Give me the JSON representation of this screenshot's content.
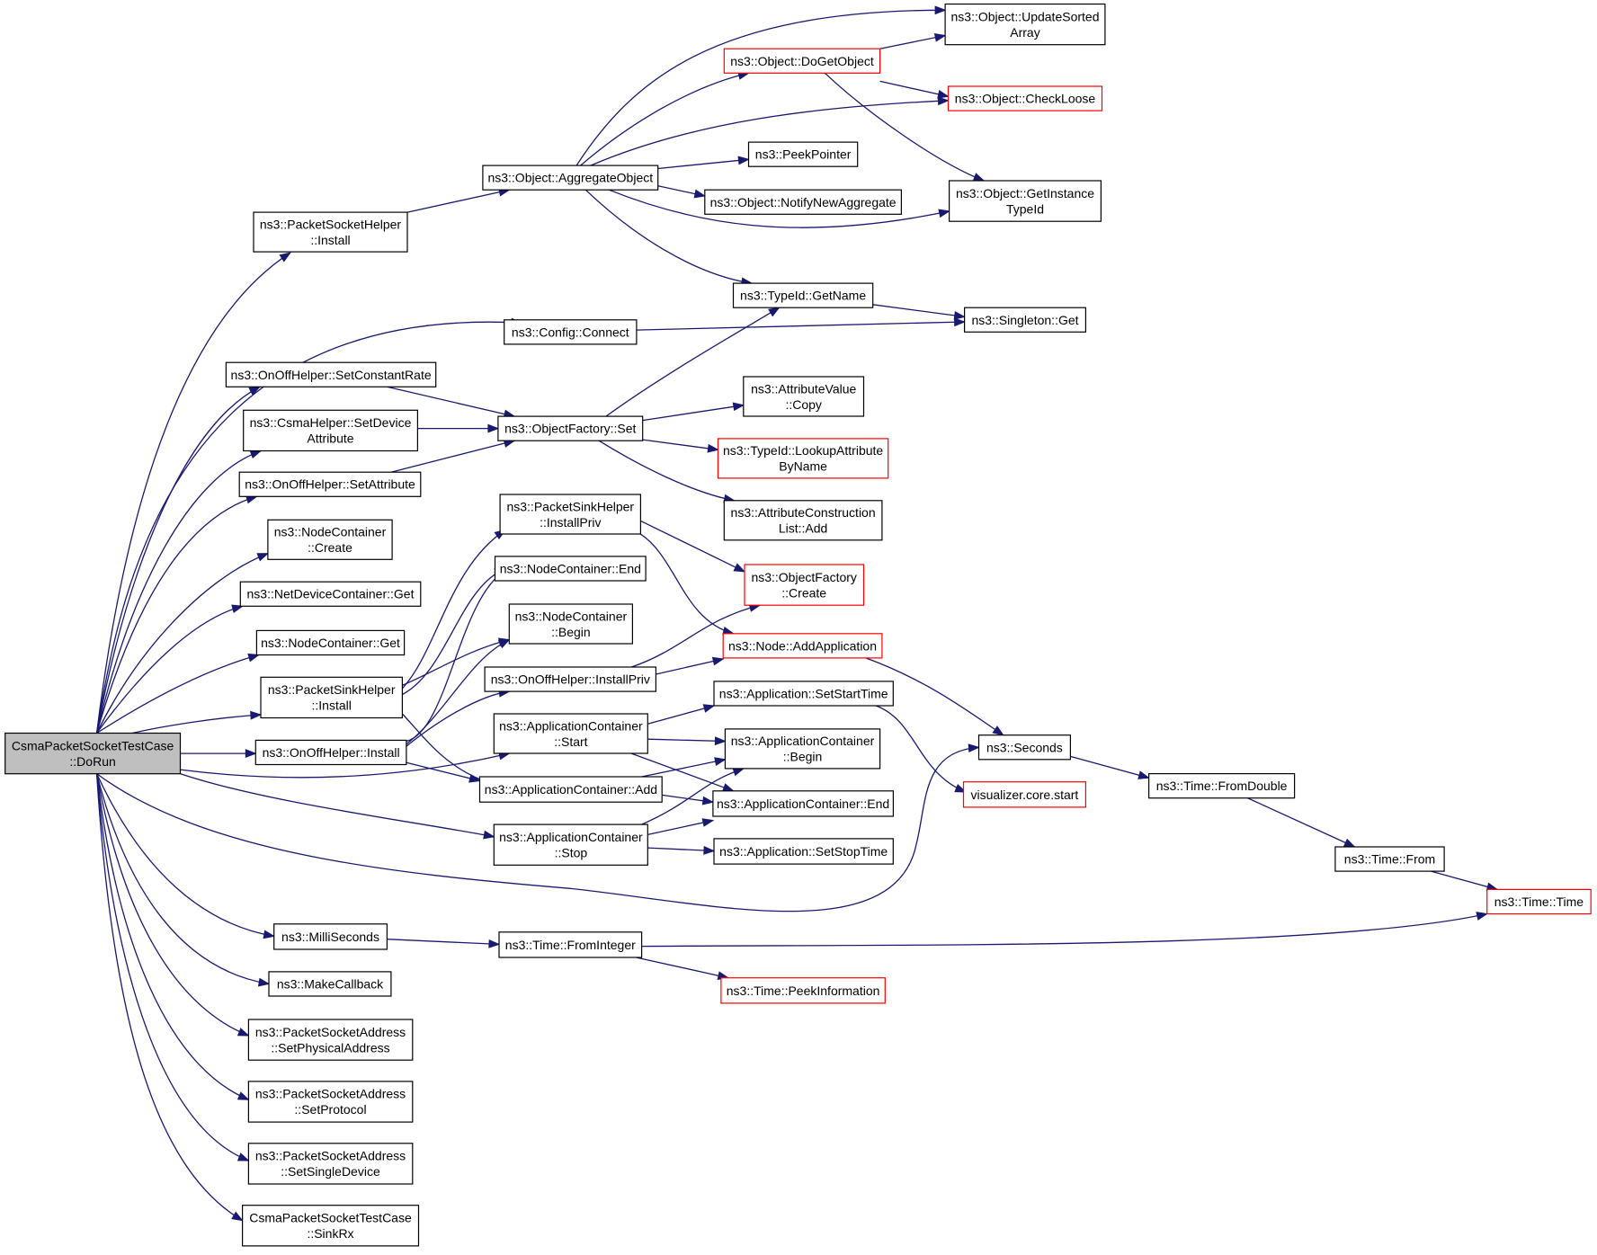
{
  "colors": {
    "edge": "#191970",
    "node_border": "#000000",
    "node_border_truncated": "#ff0000",
    "root_fill": "#bfbfbf",
    "node_fill": "#ffffff"
  },
  "nodes": {
    "root": {
      "lines": [
        "CsmaPacketSocketTestCase",
        "::DoRun"
      ],
      "root": true
    },
    "psh_install": {
      "lines": [
        "ns3::PacketSocketHelper",
        "::Install"
      ]
    },
    "cfg_connect": {
      "lines": [
        "ns3::Config::Connect"
      ]
    },
    "onoff_setconst": {
      "lines": [
        "ns3::OnOffHelper::SetConstantRate"
      ]
    },
    "csma_setdev": {
      "lines": [
        "ns3::CsmaHelper::SetDevice",
        "Attribute"
      ]
    },
    "onoff_setattr": {
      "lines": [
        "ns3::OnOffHelper::SetAttribute"
      ]
    },
    "nc_create": {
      "lines": [
        "ns3::NodeContainer",
        "::Create"
      ]
    },
    "ndc_get": {
      "lines": [
        "ns3::NetDeviceContainer::Get"
      ]
    },
    "nc_get": {
      "lines": [
        "ns3::NodeContainer::Get"
      ]
    },
    "psink_install": {
      "lines": [
        "ns3::PacketSinkHelper",
        "::Install"
      ]
    },
    "onoff_install": {
      "lines": [
        "ns3::OnOffHelper::Install"
      ]
    },
    "millis": {
      "lines": [
        "ns3::MilliSeconds"
      ]
    },
    "makecb": {
      "lines": [
        "ns3::MakeCallback"
      ]
    },
    "psa_phys": {
      "lines": [
        "ns3::PacketSocketAddress",
        "::SetPhysicalAddress"
      ]
    },
    "psa_proto": {
      "lines": [
        "ns3::PacketSocketAddress",
        "::SetProtocol"
      ]
    },
    "psa_single": {
      "lines": [
        "ns3::PacketSocketAddress",
        "::SetSingleDevice"
      ]
    },
    "sinkrx": {
      "lines": [
        "CsmaPacketSocketTestCase",
        "::SinkRx"
      ]
    },
    "obj_aggregate": {
      "lines": [
        "ns3::Object::AggregateObject"
      ]
    },
    "objfac_set": {
      "lines": [
        "ns3::ObjectFactory::Set"
      ]
    },
    "psink_installpriv": {
      "lines": [
        "ns3::PacketSinkHelper",
        "::InstallPriv"
      ]
    },
    "nc_end": {
      "lines": [
        "ns3::NodeContainer::End"
      ]
    },
    "nc_begin": {
      "lines": [
        "ns3::NodeContainer",
        "::Begin"
      ]
    },
    "onoff_installpriv": {
      "lines": [
        "ns3::OnOffHelper::InstallPriv"
      ]
    },
    "appc_start": {
      "lines": [
        "ns3::ApplicationContainer",
        "::Start"
      ]
    },
    "appc_add": {
      "lines": [
        "ns3::ApplicationContainer::Add"
      ]
    },
    "appc_stop": {
      "lines": [
        "ns3::ApplicationContainer",
        "::Stop"
      ]
    },
    "time_fromint": {
      "lines": [
        "ns3::Time::FromInteger"
      ]
    },
    "obj_dogetobj": {
      "lines": [
        "ns3::Object::DoGetObject"
      ],
      "truncated": true
    },
    "peekptr": {
      "lines": [
        "ns3::PeekPointer"
      ]
    },
    "obj_notify": {
      "lines": [
        "ns3::Object::NotifyNewAggregate"
      ]
    },
    "typeid_getname": {
      "lines": [
        "ns3::TypeId::GetName"
      ]
    },
    "attrval_copy": {
      "lines": [
        "ns3::AttributeValue",
        "::Copy"
      ]
    },
    "typeid_lookup": {
      "lines": [
        "ns3::TypeId::LookupAttribute",
        "ByName"
      ],
      "truncated": true
    },
    "attrcons_add": {
      "lines": [
        "ns3::AttributeConstruction",
        "List::Add"
      ]
    },
    "objfac_create": {
      "lines": [
        "ns3::ObjectFactory",
        "::Create"
      ],
      "truncated": true
    },
    "node_addapp": {
      "lines": [
        "ns3::Node::AddApplication"
      ],
      "truncated": true
    },
    "app_setstart": {
      "lines": [
        "ns3::Application::SetStartTime"
      ]
    },
    "appc_begin": {
      "lines": [
        "ns3::ApplicationContainer",
        "::Begin"
      ]
    },
    "appc_end": {
      "lines": [
        "ns3::ApplicationContainer::End"
      ]
    },
    "app_setstop": {
      "lines": [
        "ns3::Application::SetStopTime"
      ]
    },
    "time_peekinfo": {
      "lines": [
        "ns3::Time::PeekInformation"
      ],
      "truncated": true
    },
    "obj_updatesorted": {
      "lines": [
        "ns3::Object::UpdateSorted",
        "Array"
      ]
    },
    "obj_checkloose": {
      "lines": [
        "ns3::Object::CheckLoose"
      ],
      "truncated": true
    },
    "obj_getinstance": {
      "lines": [
        "ns3::Object::GetInstance",
        "TypeId"
      ]
    },
    "singleton_get": {
      "lines": [
        "ns3::Singleton::Get"
      ]
    },
    "seconds": {
      "lines": [
        "ns3::Seconds"
      ]
    },
    "vis_start": {
      "lines": [
        "visualizer.core.start"
      ],
      "truncated": true
    },
    "time_fromdouble": {
      "lines": [
        "ns3::Time::FromDouble"
      ]
    },
    "time_from": {
      "lines": [
        "ns3::Time::From"
      ]
    },
    "time_time": {
      "lines": [
        "ns3::Time::Time"
      ],
      "truncated": true
    }
  }
}
